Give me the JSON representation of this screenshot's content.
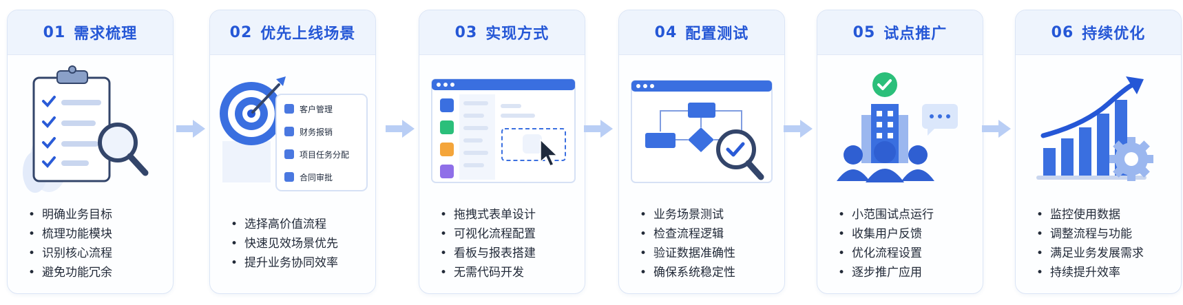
{
  "steps": [
    {
      "number": "01",
      "title": "需求梳理",
      "bullets": [
        "明确业务目标",
        "梳理功能模块",
        "识别核心流程",
        "避免功能冗余"
      ],
      "icon": "clipboard-checklist-magnifier-icon"
    },
    {
      "number": "02",
      "title": "优先上线场景",
      "bullets": [
        "选择高价值流程",
        "快速见效场景优先",
        "提升业务协同效率"
      ],
      "icon": "target-arrow-icon",
      "menu": [
        "客户管理",
        "财务报销",
        "项目任务分配",
        "合同审批"
      ]
    },
    {
      "number": "03",
      "title": "实现方式",
      "bullets": [
        "拖拽式表单设计",
        "可视化流程配置",
        "看板与报表搭建",
        "无需代码开发"
      ],
      "icon": "drag-drop-window-icon"
    },
    {
      "number": "04",
      "title": "配置测试",
      "bullets": [
        "业务场景测试",
        "检查流程逻辑",
        "验证数据准确性",
        "确保系统稳定性"
      ],
      "icon": "flowchart-magnifier-icon"
    },
    {
      "number": "05",
      "title": "试点推广",
      "bullets": [
        "小范围试点运行",
        "收集用户反馈",
        "优化流程设置",
        "逐步推广应用"
      ],
      "icon": "team-building-icon"
    },
    {
      "number": "06",
      "title": "持续优化",
      "bullets": [
        "监控使用数据",
        "调整流程与功能",
        "满足业务发展需求",
        "持续提升效率"
      ],
      "icon": "growth-chart-gear-icon"
    }
  ],
  "colors": {
    "accent": "#2557d6",
    "blue": "#3a6fe0",
    "light_blue": "#dbe7fb",
    "arrow": "#b9cef5",
    "check_green": "#2bbf7a"
  }
}
